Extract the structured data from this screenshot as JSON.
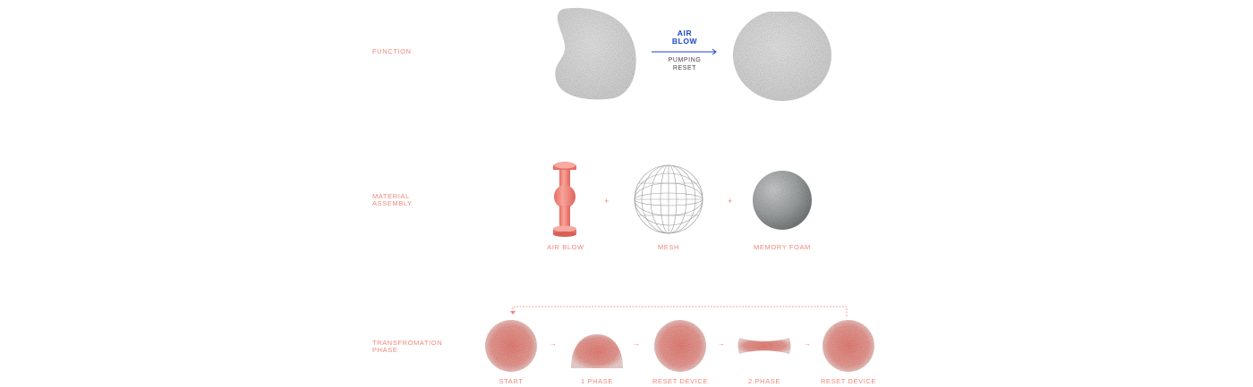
{
  "sections": {
    "function": {
      "label": "FUNCTION"
    },
    "material": {
      "label": "MATERIAL\nASSEMBLY"
    },
    "transformation": {
      "label": "TRANSFROMATION\nPHASE"
    }
  },
  "function": {
    "arrow_top": "AIR\nBLOW",
    "arrow_bottom": "PUMPING\nRESET"
  },
  "assembly": {
    "items": [
      {
        "label": "AIR BLOW"
      },
      {
        "label": "MESH"
      },
      {
        "label": "MEMORY FOAM"
      }
    ],
    "plus": "+",
    "plus2": "+"
  },
  "phases": {
    "arrow_glyph": "→",
    "steps": [
      {
        "label": "START"
      },
      {
        "label": "1 PHASE"
      },
      {
        "label": "RESET DEVICE"
      },
      {
        "label": "2.PHASE"
      },
      {
        "label": "RESET DEVICE"
      }
    ]
  },
  "colors": {
    "accent": "#f0877c",
    "blue": "#1e46c8",
    "foam": "#e7e7e7"
  }
}
